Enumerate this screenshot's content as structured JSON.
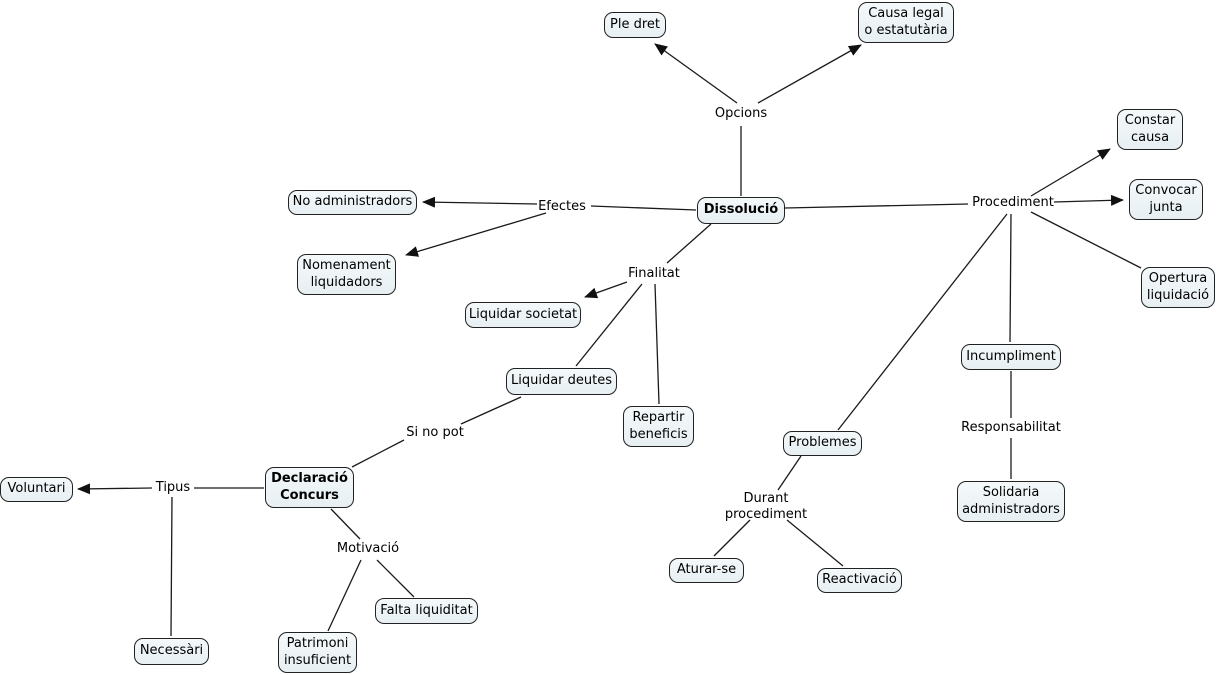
{
  "map": {
    "title_concept": "Dissolució",
    "language": "Catalan",
    "background_color": "#ffffff",
    "node_fill_color": "#e9f0f4",
    "node_border_color": "#222222",
    "line_color": "#1a1a1a",
    "text_color": "#000000"
  },
  "nodes": {
    "dissolucio": {
      "label": "Dissolució",
      "bold": true
    },
    "ple_dret": {
      "label": "Ple dret",
      "bold": false
    },
    "causa_legal": {
      "label": "Causa legal o estatutària",
      "bold": false
    },
    "no_administradors": {
      "label": "No administradors",
      "bold": false
    },
    "nomenament_liquidadors": {
      "label": "Nomenament liquidadors",
      "bold": false
    },
    "liquidar_societat": {
      "label": "Liquidar societat",
      "bold": false
    },
    "liquidar_deutes": {
      "label": "Liquidar deutes",
      "bold": false
    },
    "repartir_beneficis": {
      "label": "Repartir beneficis",
      "bold": false
    },
    "declaracio_concurs": {
      "label": "Declaració Concurs",
      "bold": true
    },
    "voluntari": {
      "label": "Voluntari",
      "bold": false
    },
    "necessari": {
      "label": "Necessàri",
      "bold": false
    },
    "patrimoni_insuficient": {
      "label": "Patrimoni insuficient",
      "bold": false
    },
    "falta_liquiditat": {
      "label": "Falta liquiditat",
      "bold": false
    },
    "constar_causa": {
      "label": "Constar causa",
      "bold": false
    },
    "convocar_junta": {
      "label": "Convocar junta",
      "bold": false
    },
    "opertura_liquidacio": {
      "label": "Opertura liquidació",
      "bold": false
    },
    "incumpliment": {
      "label": "Incumpliment",
      "bold": false
    },
    "solidaria_administradors": {
      "label": "Solidaria administradors",
      "bold": false
    },
    "problemes": {
      "label": "Problemes",
      "bold": false
    },
    "aturar_se": {
      "label": "Aturar-se",
      "bold": false
    },
    "reactivacio": {
      "label": "Reactivació",
      "bold": false
    }
  },
  "phrases": {
    "opcions": "Opcions",
    "efectes": "Efectes",
    "finalitat": "Finalitat",
    "si_no_pot": "Si no pot",
    "tipus": "Tipus",
    "motivacio": "Motivació",
    "procediment": "Procediment",
    "responsabilitat": "Responsabilitat",
    "durant_procediment": "Durant procediment"
  },
  "connections": [
    {
      "from": "dissolucio",
      "via": "opcions",
      "to": "ple_dret",
      "arrow": true
    },
    {
      "from": "dissolucio",
      "via": "opcions",
      "to": "causa_legal",
      "arrow": true
    },
    {
      "from": "dissolucio",
      "via": "efectes",
      "to": "no_administradors",
      "arrow": true
    },
    {
      "from": "dissolucio",
      "via": "efectes",
      "to": "nomenament_liquidadors",
      "arrow": true
    },
    {
      "from": "dissolucio",
      "via": "finalitat",
      "to": "liquidar_societat",
      "arrow": true
    },
    {
      "from": "dissolucio",
      "via": "finalitat",
      "to": "liquidar_deutes",
      "arrow": false
    },
    {
      "from": "dissolucio",
      "via": "finalitat",
      "to": "repartir_beneficis",
      "arrow": false
    },
    {
      "from": "liquidar_deutes",
      "via": "si_no_pot",
      "to": "declaracio_concurs",
      "arrow": false
    },
    {
      "from": "declaracio_concurs",
      "via": "tipus",
      "to": "voluntari",
      "arrow": true
    },
    {
      "from": "declaracio_concurs",
      "via": "tipus",
      "to": "necessari",
      "arrow": false
    },
    {
      "from": "declaracio_concurs",
      "via": "motivacio",
      "to": "falta_liquiditat",
      "arrow": false
    },
    {
      "from": "declaracio_concurs",
      "via": "motivacio",
      "to": "patrimoni_insuficient",
      "arrow": false
    },
    {
      "from": "dissolucio",
      "via": "procediment",
      "to": "constar_causa",
      "arrow": true
    },
    {
      "from": "dissolucio",
      "via": "procediment",
      "to": "convocar_junta",
      "arrow": true
    },
    {
      "from": "dissolucio",
      "via": "procediment",
      "to": "opertura_liquidacio",
      "arrow": false
    },
    {
      "from": "dissolucio",
      "via": "procediment",
      "to": "problemes",
      "arrow": false
    },
    {
      "from": "dissolucio",
      "via": "procediment",
      "to": "incumpliment",
      "arrow": false
    },
    {
      "from": "incumpliment",
      "via": "responsabilitat",
      "to": "solidaria_administradors",
      "arrow": false
    },
    {
      "from": "problemes",
      "via": "durant_procediment",
      "to": "aturar_se",
      "arrow": false
    },
    {
      "from": "problemes",
      "via": "durant_procediment",
      "to": "reactivacio",
      "arrow": false
    }
  ]
}
